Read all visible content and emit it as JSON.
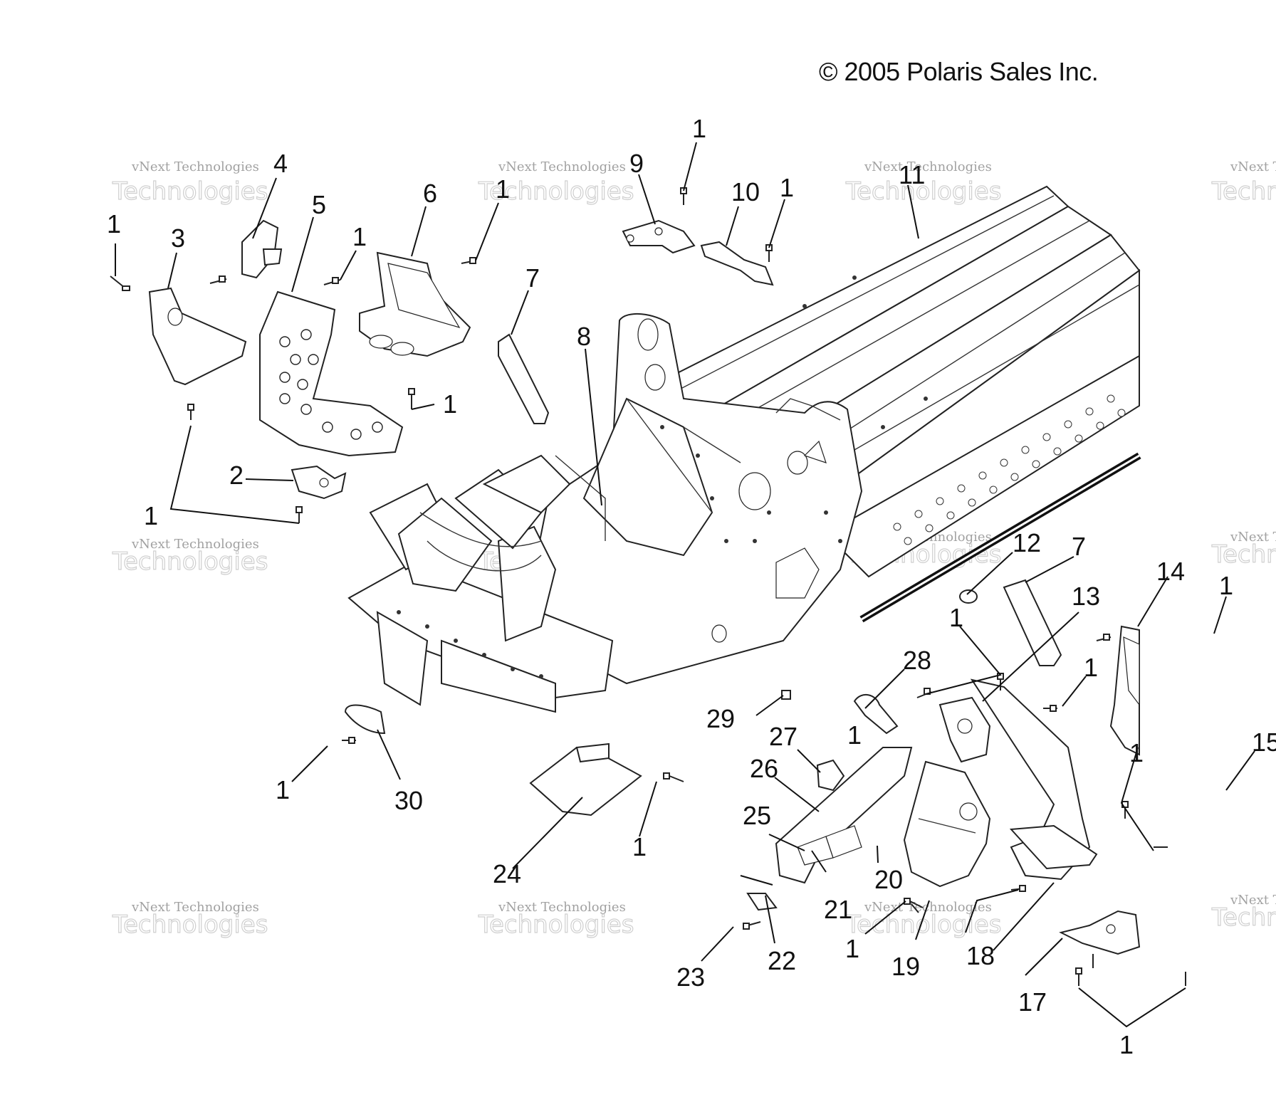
{
  "copyright": "© 2005 Polaris Sales Inc.",
  "watermark": {
    "line1": "vNext Technologies",
    "line2": "Technologies",
    "top": "vNext"
  },
  "callouts": [
    {
      "id": "c1a",
      "text": "1"
    },
    {
      "id": "c3",
      "text": "3"
    },
    {
      "id": "c4",
      "text": "4"
    },
    {
      "id": "c5",
      "text": "5"
    },
    {
      "id": "c1b",
      "text": "1"
    },
    {
      "id": "c6",
      "text": "6"
    },
    {
      "id": "c1c",
      "text": "1"
    },
    {
      "id": "c7a",
      "text": "7"
    },
    {
      "id": "c8",
      "text": "8"
    },
    {
      "id": "c1d",
      "text": "1"
    },
    {
      "id": "c9",
      "text": "9"
    },
    {
      "id": "c10",
      "text": "10"
    },
    {
      "id": "c1e",
      "text": "1"
    },
    {
      "id": "c11",
      "text": "11"
    },
    {
      "id": "c1f",
      "text": "1"
    },
    {
      "id": "c2",
      "text": "2"
    },
    {
      "id": "c1g",
      "text": "1"
    },
    {
      "id": "c12",
      "text": "12"
    },
    {
      "id": "c7b",
      "text": "7"
    },
    {
      "id": "c14",
      "text": "14"
    },
    {
      "id": "c1h",
      "text": "1"
    },
    {
      "id": "c13",
      "text": "13"
    },
    {
      "id": "c1i",
      "text": "1"
    },
    {
      "id": "c28",
      "text": "28"
    },
    {
      "id": "c1j",
      "text": "1"
    },
    {
      "id": "c29",
      "text": "29"
    },
    {
      "id": "c27",
      "text": "27"
    },
    {
      "id": "c15",
      "text": "15"
    },
    {
      "id": "c26",
      "text": "26"
    },
    {
      "id": "c1k",
      "text": "1"
    },
    {
      "id": "c1l",
      "text": "1"
    },
    {
      "id": "c30",
      "text": "30"
    },
    {
      "id": "c25",
      "text": "25"
    },
    {
      "id": "c1m",
      "text": "1"
    },
    {
      "id": "c20",
      "text": "20"
    },
    {
      "id": "c24",
      "text": "24"
    },
    {
      "id": "c21",
      "text": "21"
    },
    {
      "id": "c1n",
      "text": "1"
    },
    {
      "id": "c22",
      "text": "22"
    },
    {
      "id": "c1o",
      "text": "1"
    },
    {
      "id": "c19",
      "text": "19"
    },
    {
      "id": "c18",
      "text": "18"
    },
    {
      "id": "c23",
      "text": "23"
    },
    {
      "id": "c17",
      "text": "17"
    },
    {
      "id": "c1p",
      "text": "1"
    }
  ]
}
